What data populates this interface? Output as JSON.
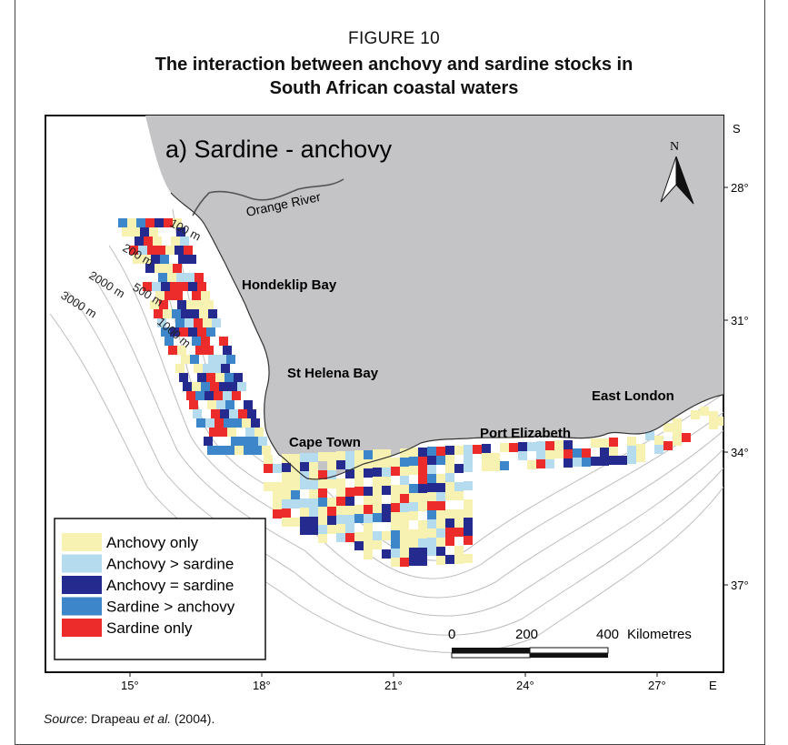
{
  "figure": {
    "label": "FIGURE 10",
    "title_line1": "The interaction between anchovy and sardine stocks in",
    "title_line2": "South African coastal waters"
  },
  "map": {
    "panel_title": "a) Sardine - anchovy",
    "north_label": "N",
    "places": {
      "orange_river": "Orange River",
      "hondeklip_bay": "Hondeklip Bay",
      "st_helena_bay": "St Helena Bay",
      "cape_town": "Cape Town",
      "port_elizabeth": "Port Elizabeth",
      "east_london": "East London"
    },
    "depths": [
      "100 m",
      "200 m",
      "500 m",
      "1000 m",
      "2000 m",
      "3000 m"
    ],
    "lat_axis_label": "S",
    "lat_ticks": [
      "28°",
      "31°",
      "34°",
      "37°"
    ],
    "lon_axis_label": "E",
    "lon_ticks": [
      "15°",
      "18°",
      "21°",
      "24°",
      "27°"
    ],
    "scale": {
      "ticks": [
        "0",
        "200",
        "400"
      ],
      "unit": "Kilometres"
    },
    "colors": {
      "land": "#c4c4c6",
      "anchovy_only": "#f7f2b2",
      "anchovy_gt_sardine": "#b4dbee",
      "anchovy_eq_sardine": "#242a8e",
      "sardine_gt_anchovy": "#3d86c9",
      "sardine_only": "#ec2b2b"
    },
    "legend": [
      {
        "label": "Anchovy only",
        "color": "#f7f2b2"
      },
      {
        "label": "Anchovy > sardine",
        "color": "#b4dbee"
      },
      {
        "label": "Anchovy = sardine",
        "color": "#242a8e"
      },
      {
        "label": "Sardine > anchovy",
        "color": "#3d86c9"
      },
      {
        "label": "Sardine only",
        "color": "#ec2b2b"
      }
    ]
  },
  "source": {
    "prefix": "Source",
    "middle": ": Drapeau ",
    "etal": "et al.",
    "suffix": " (2004)."
  }
}
